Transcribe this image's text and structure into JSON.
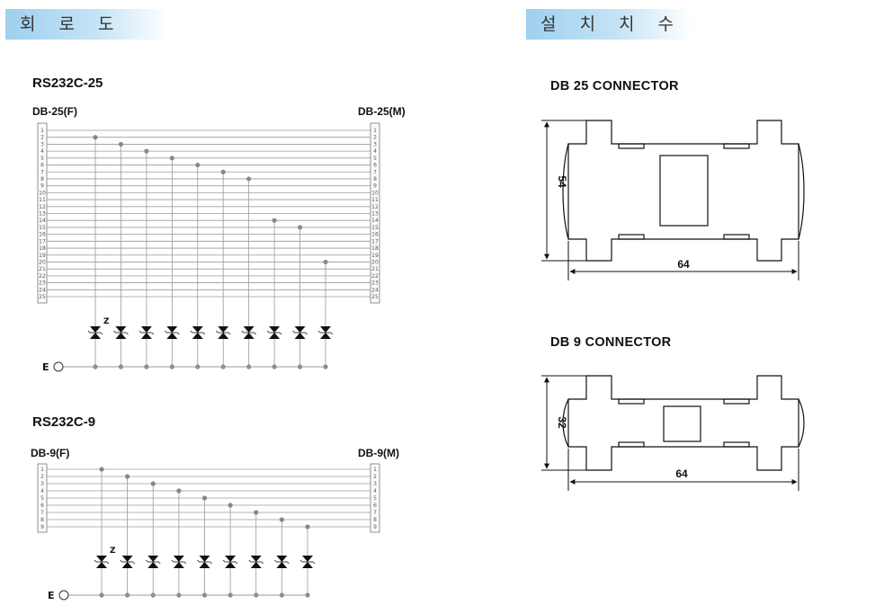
{
  "headers": {
    "circuit": "회 로 도",
    "dimensions": "설 치 치 수"
  },
  "rs25": {
    "title": "RS232C-25",
    "left_label": "DB-25(F)",
    "right_label": "DB-25(M)",
    "pins": [
      "1",
      "2",
      "3",
      "4",
      "5",
      "6",
      "7",
      "8",
      "9",
      "10",
      "11",
      "12",
      "13",
      "14",
      "15",
      "16",
      "17",
      "18",
      "19",
      "20",
      "21",
      "22",
      "23",
      "24",
      "25"
    ],
    "tapped_pins": [
      2,
      3,
      4,
      5,
      6,
      7,
      8,
      14,
      15,
      20
    ],
    "z_label": "Z",
    "ground_label": "E"
  },
  "rs9": {
    "title": "RS232C-9",
    "left_label": "DB-9(F)",
    "right_label": "DB-9(M)",
    "pins": [
      "1",
      "2",
      "3",
      "4",
      "5",
      "6",
      "7",
      "8",
      "9"
    ],
    "tapped_pins": [
      1,
      2,
      3,
      4,
      5,
      6,
      7,
      8,
      9
    ],
    "z_label": "Z",
    "ground_label": "E"
  },
  "db25_dims": {
    "title": "DB 25 CONNECTOR",
    "height": "54",
    "width": "64"
  },
  "db9_dims": {
    "title": "DB 9 CONNECTOR",
    "height": "32",
    "width": "64"
  },
  "colors": {
    "header_bg": "#a8d4f0",
    "wire": "#9a9a9a",
    "dot": "#888888",
    "line": "#111111"
  }
}
